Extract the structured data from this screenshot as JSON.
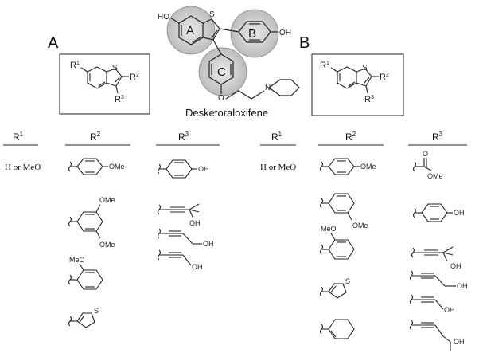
{
  "top": {
    "title": "Desketoraloxifene",
    "ho_left": "HO",
    "oh_right": "OH",
    "s": "S",
    "n": "N",
    "o": "O",
    "ring_a": "A",
    "ring_b": "B",
    "ring_c": "C"
  },
  "panels": [
    {
      "letter": "A",
      "scaffold": {
        "r1": "R",
        "r1_sup": "1",
        "r2": "R",
        "r2_sup": "2",
        "r3": "R",
        "r3_sup": "3",
        "s": "S"
      },
      "headers": [
        {
          "main": "R",
          "sup": "1"
        },
        {
          "main": "R",
          "sup": "2"
        },
        {
          "main": "R",
          "sup": "3"
        }
      ],
      "r1_value": "H or MeO",
      "r2": [
        {
          "labels": [
            "OMe"
          ]
        },
        {
          "labels": [
            "OMe",
            "OMe"
          ]
        },
        {
          "labels": [
            "MeO"
          ]
        },
        {
          "labels": [
            "S"
          ]
        }
      ],
      "r3": [
        {
          "labels": [
            "OH"
          ]
        },
        {
          "labels": [
            "OH"
          ]
        },
        {
          "labels": [
            "OH"
          ]
        },
        {
          "labels": [
            "OH"
          ]
        }
      ]
    },
    {
      "letter": "B",
      "scaffold": {
        "r1": "R",
        "r1_sup": "1",
        "r2": "R",
        "r2_sup": "2",
        "r3": "R",
        "r3_sup": "3",
        "s": "S"
      },
      "headers": [
        {
          "main": "R",
          "sup": "1"
        },
        {
          "main": "R",
          "sup": "2"
        },
        {
          "main": "R",
          "sup": "3"
        }
      ],
      "r1_value": "H or MeO",
      "r2": [
        {
          "labels": [
            "OMe"
          ]
        },
        {
          "labels": [
            "OMe"
          ]
        },
        {
          "labels": [
            "MeO"
          ]
        },
        {
          "labels": [
            "S"
          ]
        },
        {
          "labels": []
        }
      ],
      "r3": [
        {
          "labels": [
            "O",
            "OMe"
          ]
        },
        {
          "labels": [
            "OH"
          ]
        },
        {
          "labels": [
            "OH"
          ]
        },
        {
          "labels": [
            "OH"
          ]
        },
        {
          "labels": [
            "OH"
          ]
        },
        {
          "labels": [
            "OH"
          ]
        }
      ]
    }
  ]
}
